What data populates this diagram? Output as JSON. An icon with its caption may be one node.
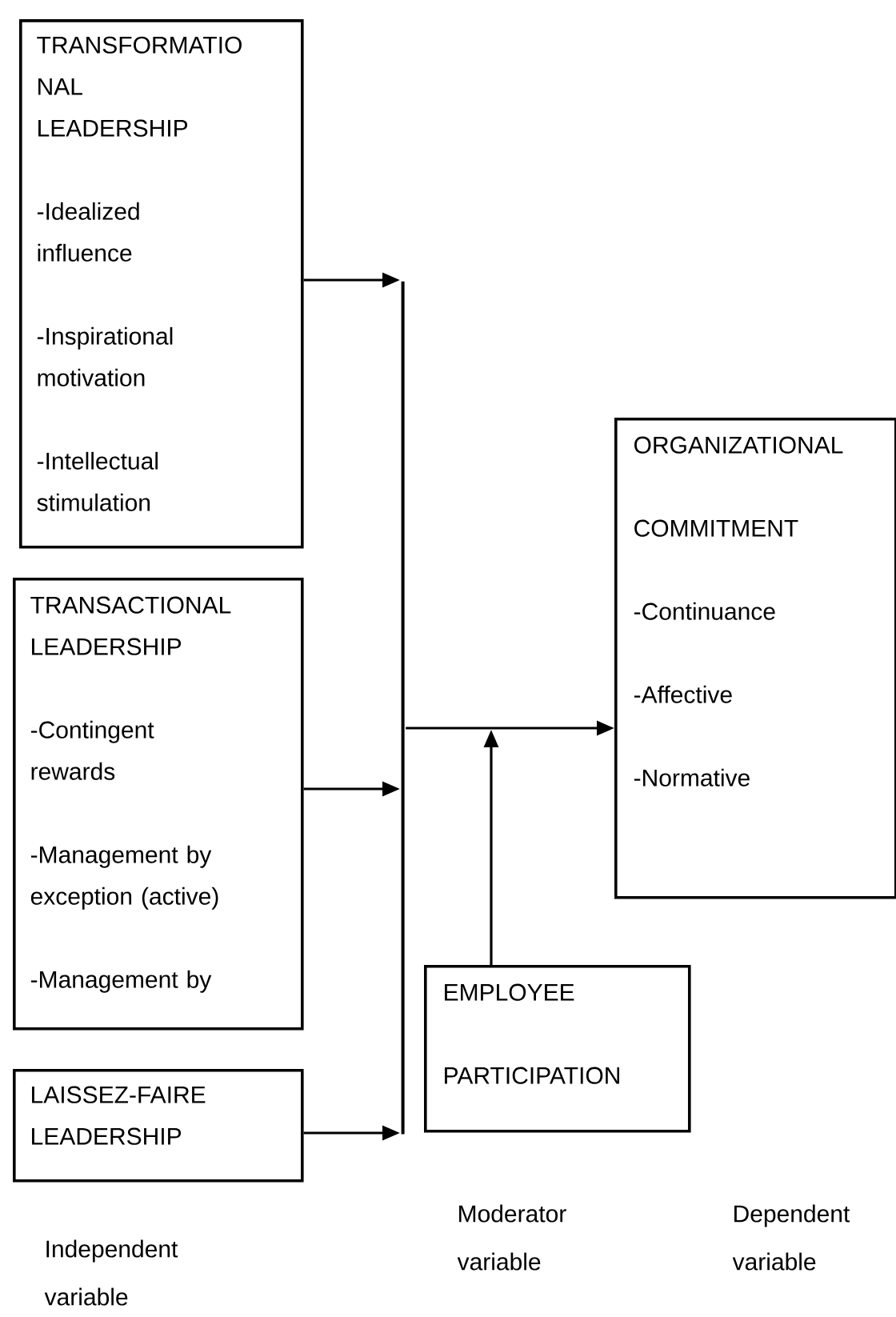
{
  "diagram": {
    "nodes": [
      {
        "text": [
          "TRANSFORMATIO NAL LEADERSHIP",
          "-Idealized influence",
          "-Inspirational motivation",
          "-Intellectual stimulation"
        ]
      },
      {
        "text": [
          "TRANSACTIONAL LEADERSHIP",
          "-Contingent rewards",
          "-Management by exception (active)",
          "-Management by"
        ]
      },
      {
        "text": [
          "LAISSEZ-FAIRE LEADERSHIP"
        ]
      },
      {
        "text": [],
        "shape": "bar"
      },
      {
        "text": [
          "ORGANIZATIONAL",
          "COMMITMENT",
          "-Continuance",
          "-Affective",
          "-Normative"
        ]
      },
      {
        "text": [
          "EMPLOYEE",
          "PARTICIPATION"
        ]
      }
    ],
    "edges": [
      {
        "from": 0,
        "to": 3,
        "arrow": "to"
      },
      {
        "from": 1,
        "to": 3,
        "arrow": "to"
      },
      {
        "from": 2,
        "to": 3,
        "arrow": "to"
      },
      {
        "from": 3,
        "to": 4,
        "arrow": "to"
      },
      {
        "from": 5,
        "to": null,
        "arrow": "to"
      }
    ],
    "labels": [
      "Independent variable",
      "Moderator variable",
      "Dependent variable"
    ]
  }
}
